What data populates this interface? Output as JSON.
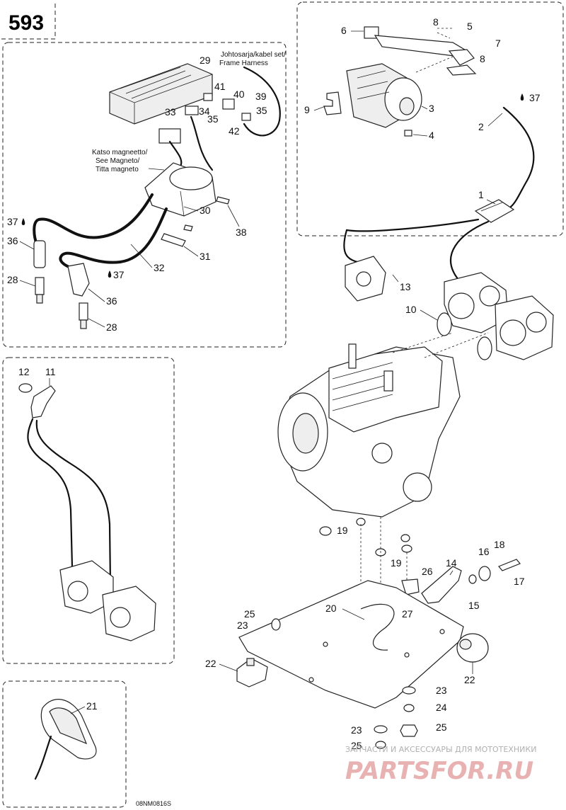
{
  "page_number": "593",
  "harness_label": [
    "Johtosarja/kabel set/",
    "Frame Harness"
  ],
  "magneto_label": [
    "Katso magneetto/",
    "See Magneto/",
    "Titta magneto"
  ],
  "callouts": {
    "c1": "1",
    "c2": "2",
    "c3": "3",
    "c4": "4",
    "c5": "5",
    "c6": "6",
    "c7": "7",
    "c8a": "8",
    "c8b": "8",
    "c9": "9",
    "c10": "10",
    "c11": "11",
    "c12": "12",
    "c13": "13",
    "c14": "14",
    "c15": "15",
    "c16": "16",
    "c17": "17",
    "c18": "18",
    "c19a": "19",
    "c19b": "19",
    "c20": "20",
    "c21": "21",
    "c22a": "22",
    "c22b": "22",
    "c23a": "23",
    "c23b": "23",
    "c23c": "23",
    "c24": "24",
    "c25a": "25",
    "c25b": "25",
    "c25c": "25",
    "c26": "26",
    "c27": "27",
    "c28a": "28",
    "c28b": "28",
    "c29": "29",
    "c30": "30",
    "c31": "31",
    "c32": "32",
    "c33": "33",
    "c34": "34",
    "c35a": "35",
    "c35b": "35",
    "c36a": "36",
    "c36b": "36",
    "c37a": "37",
    "c37b": "37",
    "c37c": "37",
    "c38": "38",
    "c39": "39",
    "c40": "40",
    "c41": "41",
    "c42": "42"
  },
  "watermark_top": "ЗАПЧАСТИ И АКСЕССУАРЫ ДЛЯ МОТОТЕХНИКИ",
  "watermark_logo": "PARTSFOR.RU",
  "drawing_code": "08NM0816S"
}
